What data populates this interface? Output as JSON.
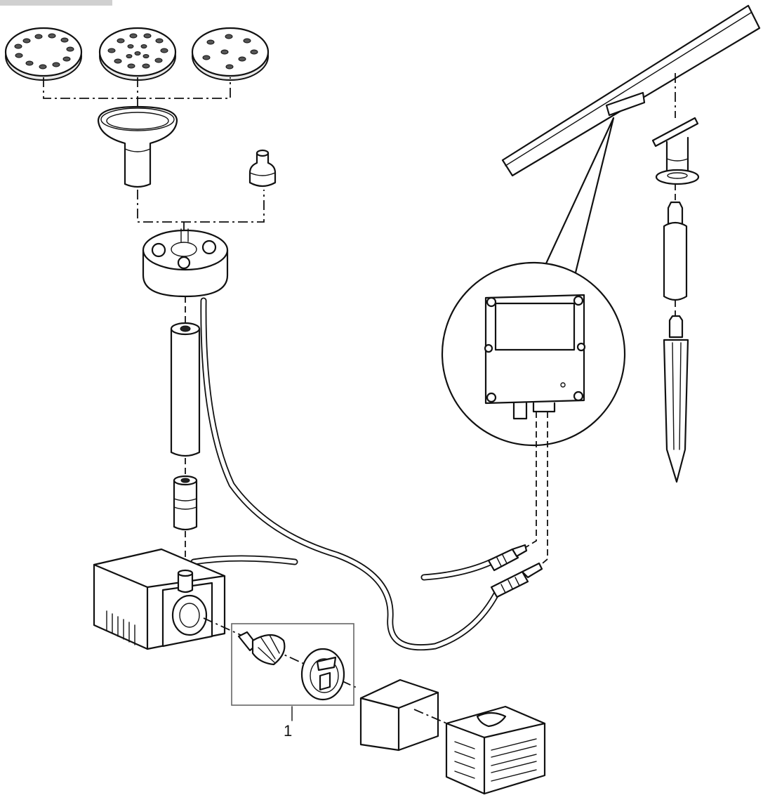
{
  "diagram": {
    "callouts": [
      {
        "id": "impeller-group",
        "label": "1"
      }
    ],
    "parts": [
      "nozzle-disc-ring",
      "nozzle-disc-double-ring",
      "nozzle-disc-sparse",
      "nozzle-holder",
      "nozzle-cap",
      "fountain-distributor",
      "riser-tube",
      "tube-adapter",
      "pump-housing",
      "pump-hose",
      "impeller",
      "impeller-cover",
      "filter-sponge",
      "filter-cage",
      "solar-panel",
      "panel-bracket",
      "mounting-rod",
      "ground-spike",
      "control-box",
      "connector-plug-a",
      "connector-plug-b"
    ]
  }
}
